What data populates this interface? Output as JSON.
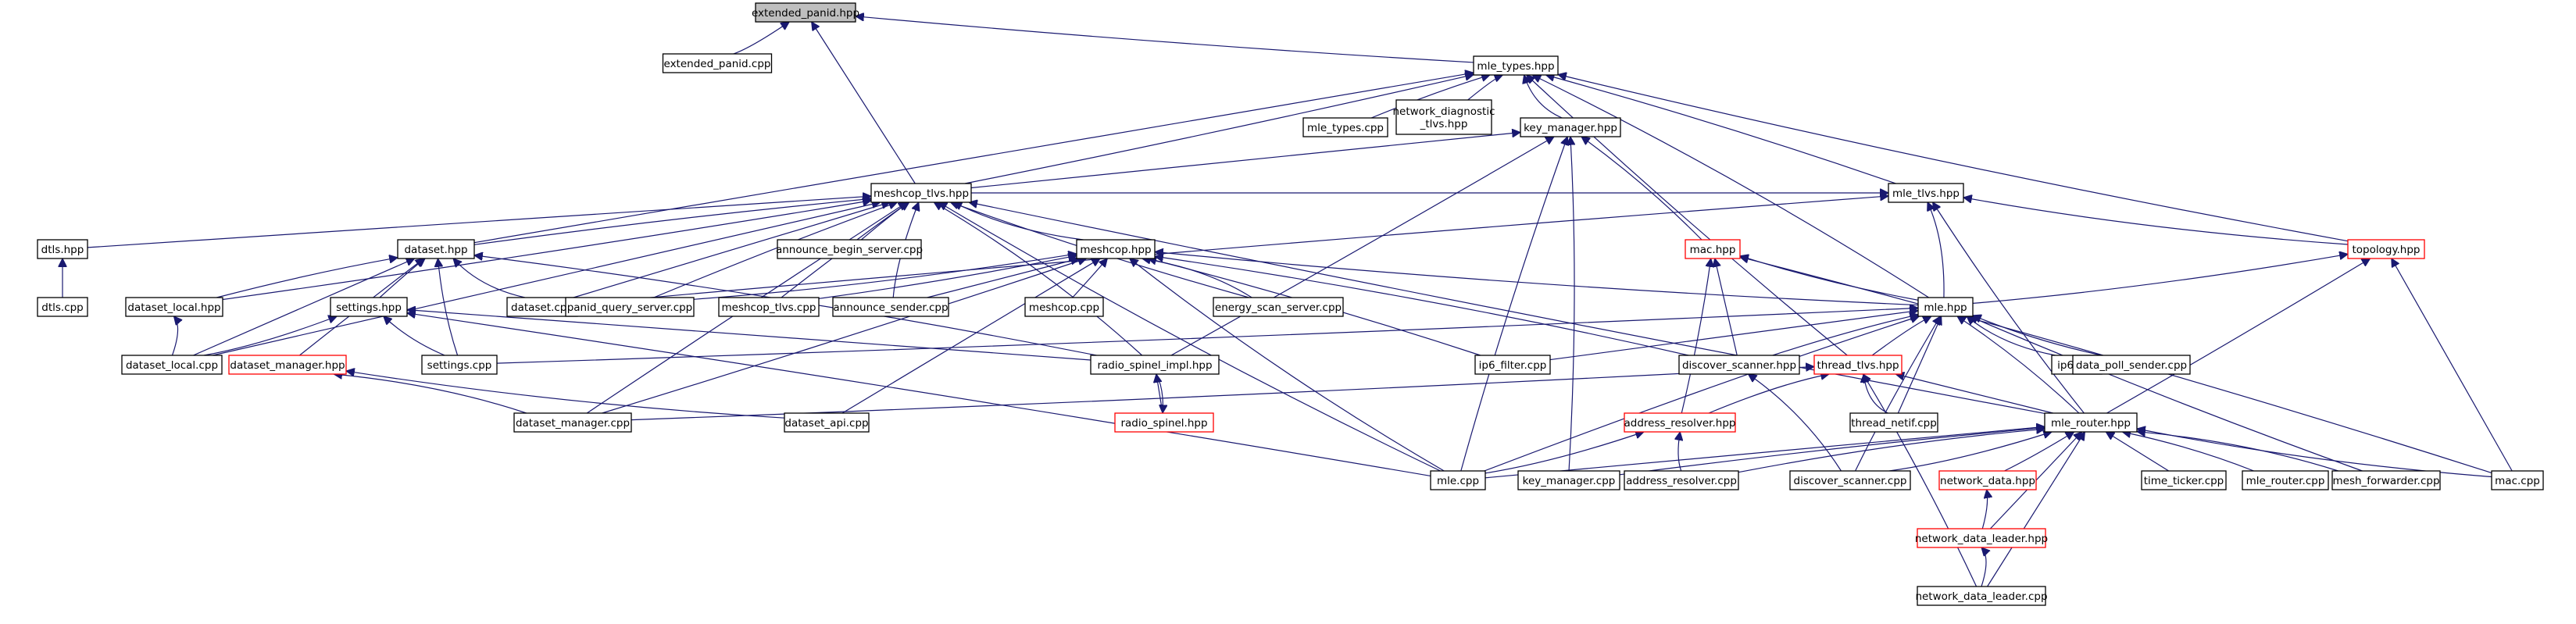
{
  "graph": {
    "colors": {
      "edge": "#191970",
      "highlight_border": "#ff0000",
      "root_fill": "#bfbfbf"
    },
    "nodes": [
      {
        "id": "extended_panid_hpp",
        "label": "extended_panid.hpp",
        "style": "root"
      },
      {
        "id": "extended_panid_cpp",
        "label": "extended_panid.cpp"
      },
      {
        "id": "mle_types_hpp",
        "label": "mle_types.hpp"
      },
      {
        "id": "mle_types_cpp",
        "label": "mle_types.cpp"
      },
      {
        "id": "network_diagnostic_tlvs_hpp",
        "label": [
          "network_diagnostic",
          "_tlvs.hpp"
        ]
      },
      {
        "id": "key_manager_hpp",
        "label": "key_manager.hpp"
      },
      {
        "id": "meshcop_tlvs_hpp",
        "label": "meshcop_tlvs.hpp"
      },
      {
        "id": "mle_tlvs_hpp",
        "label": "mle_tlvs.hpp"
      },
      {
        "id": "dtls_hpp",
        "label": "dtls.hpp"
      },
      {
        "id": "dataset_hpp",
        "label": "dataset.hpp"
      },
      {
        "id": "announce_begin_server_cpp",
        "label": "announce_begin_server.cpp"
      },
      {
        "id": "meshcop_hpp",
        "label": "meshcop.hpp"
      },
      {
        "id": "mac_hpp",
        "label": "mac.hpp",
        "style": "red"
      },
      {
        "id": "topology_hpp",
        "label": "topology.hpp",
        "style": "red"
      },
      {
        "id": "dtls_cpp",
        "label": "dtls.cpp"
      },
      {
        "id": "dataset_local_hpp",
        "label": "dataset_local.hpp"
      },
      {
        "id": "settings_hpp",
        "label": "settings.hpp"
      },
      {
        "id": "dataset_cpp",
        "label": "dataset.cpp"
      },
      {
        "id": "panid_query_server_cpp",
        "label": "panid_query_server.cpp"
      },
      {
        "id": "meshcop_tlvs_cpp",
        "label": "meshcop_tlvs.cpp"
      },
      {
        "id": "announce_sender_cpp",
        "label": "announce_sender.cpp"
      },
      {
        "id": "meshcop_cpp",
        "label": "meshcop.cpp"
      },
      {
        "id": "energy_scan_server_cpp",
        "label": "energy_scan_server.cpp"
      },
      {
        "id": "mle_hpp",
        "label": "mle.hpp"
      },
      {
        "id": "dataset_local_cpp",
        "label": "dataset_local.cpp"
      },
      {
        "id": "dataset_manager_hpp",
        "label": "dataset_manager.hpp",
        "style": "red"
      },
      {
        "id": "settings_cpp",
        "label": "settings.cpp"
      },
      {
        "id": "radio_spinel_impl_hpp",
        "label": "radio_spinel_impl.hpp"
      },
      {
        "id": "ip6_filter_cpp",
        "label": "ip6_filter.cpp"
      },
      {
        "id": "discover_scanner_hpp",
        "label": "discover_scanner.hpp"
      },
      {
        "id": "thread_tlvs_hpp",
        "label": "thread_tlvs.hpp",
        "style": "red"
      },
      {
        "id": "ip6_cpp",
        "label": "ip6.cpp"
      },
      {
        "id": "data_poll_sender_cpp",
        "label": "data_poll_sender.cpp"
      },
      {
        "id": "radio_spinel_hpp",
        "label": "radio_spinel.hpp",
        "style": "red"
      },
      {
        "id": "dataset_manager_cpp",
        "label": "dataset_manager.cpp"
      },
      {
        "id": "dataset_api_cpp",
        "label": "dataset_api.cpp"
      },
      {
        "id": "address_resolver_hpp",
        "label": "address_resolver.hpp",
        "style": "red"
      },
      {
        "id": "thread_netif_cpp",
        "label": "thread_netif.cpp"
      },
      {
        "id": "mle_router_hpp",
        "label": "mle_router.hpp"
      },
      {
        "id": "mle_cpp",
        "label": "mle.cpp"
      },
      {
        "id": "key_manager_cpp",
        "label": "key_manager.cpp"
      },
      {
        "id": "address_resolver_cpp",
        "label": "address_resolver.cpp"
      },
      {
        "id": "discover_scanner_cpp",
        "label": "discover_scanner.cpp"
      },
      {
        "id": "network_data_hpp",
        "label": "network_data.hpp",
        "style": "red"
      },
      {
        "id": "time_ticker_cpp",
        "label": "time_ticker.cpp"
      },
      {
        "id": "mle_router_cpp",
        "label": "mle_router.cpp"
      },
      {
        "id": "mesh_forwarder_cpp",
        "label": "mesh_forwarder.cpp"
      },
      {
        "id": "mac_cpp",
        "label": "mac.cpp"
      },
      {
        "id": "network_data_leader_hpp",
        "label": "network_data_leader.hpp",
        "style": "red"
      },
      {
        "id": "network_data_leader_cpp",
        "label": "network_data_leader.cpp"
      }
    ],
    "edges": [
      [
        "extended_panid_hpp",
        "extended_panid_cpp"
      ],
      [
        "extended_panid_hpp",
        "mle_types_hpp"
      ],
      [
        "extended_panid_hpp",
        "meshcop_tlvs_hpp"
      ],
      [
        "mle_types_hpp",
        "mle_types_cpp"
      ],
      [
        "mle_types_hpp",
        "network_diagnostic_tlvs_hpp"
      ],
      [
        "mle_types_hpp",
        "key_manager_hpp"
      ],
      [
        "mle_types_hpp",
        "meshcop_tlvs_hpp"
      ],
      [
        "mle_types_hpp",
        "dataset_hpp"
      ],
      [
        "mle_types_hpp",
        "mle_tlvs_hpp"
      ],
      [
        "mle_types_hpp",
        "mle_hpp"
      ],
      [
        "mle_types_hpp",
        "topology_hpp"
      ],
      [
        "mle_types_hpp",
        "thread_tlvs_hpp"
      ],
      [
        "key_manager_hpp",
        "meshcop_tlvs_hpp"
      ],
      [
        "key_manager_hpp",
        "mac_hpp"
      ],
      [
        "key_manager_hpp",
        "key_manager_cpp"
      ],
      [
        "key_manager_hpp",
        "mle_cpp"
      ],
      [
        "key_manager_hpp",
        "radio_spinel_impl_hpp"
      ],
      [
        "meshcop_tlvs_hpp",
        "dtls_hpp"
      ],
      [
        "meshcop_tlvs_hpp",
        "dataset_hpp"
      ],
      [
        "meshcop_tlvs_hpp",
        "announce_begin_server_cpp"
      ],
      [
        "meshcop_tlvs_hpp",
        "meshcop_hpp"
      ],
      [
        "meshcop_tlvs_hpp",
        "dataset_local_hpp"
      ],
      [
        "meshcop_tlvs_hpp",
        "dataset_cpp"
      ],
      [
        "meshcop_tlvs_hpp",
        "panid_query_server_cpp"
      ],
      [
        "meshcop_tlvs_hpp",
        "meshcop_tlvs_cpp"
      ],
      [
        "meshcop_tlvs_hpp",
        "announce_sender_cpp"
      ],
      [
        "meshcop_tlvs_hpp",
        "energy_scan_server_cpp"
      ],
      [
        "meshcop_tlvs_hpp",
        "dataset_local_cpp"
      ],
      [
        "meshcop_tlvs_hpp",
        "dataset_manager_cpp"
      ],
      [
        "meshcop_tlvs_hpp",
        "radio_spinel_impl_hpp"
      ],
      [
        "meshcop_tlvs_hpp",
        "mle_cpp"
      ],
      [
        "meshcop_tlvs_hpp",
        "mle_router_hpp"
      ],
      [
        "mle_tlvs_hpp",
        "meshcop_tlvs_hpp"
      ],
      [
        "mle_tlvs_hpp",
        "dataset_cpp"
      ],
      [
        "mle_tlvs_hpp",
        "mle_hpp"
      ],
      [
        "mle_tlvs_hpp",
        "topology_hpp"
      ],
      [
        "mle_tlvs_hpp",
        "mle_router_hpp"
      ],
      [
        "dtls_hpp",
        "dtls_cpp"
      ],
      [
        "dataset_hpp",
        "dataset_local_hpp"
      ],
      [
        "dataset_hpp",
        "settings_hpp"
      ],
      [
        "dataset_hpp",
        "dataset_cpp"
      ],
      [
        "dataset_hpp",
        "settings_cpp"
      ],
      [
        "dataset_hpp",
        "dataset_local_cpp"
      ],
      [
        "dataset_hpp",
        "dataset_manager_hpp"
      ],
      [
        "dataset_hpp",
        "radio_spinel_impl_hpp"
      ],
      [
        "meshcop_hpp",
        "panid_query_server_cpp"
      ],
      [
        "meshcop_hpp",
        "meshcop_tlvs_cpp"
      ],
      [
        "meshcop_hpp",
        "announce_sender_cpp"
      ],
      [
        "meshcop_hpp",
        "meshcop_cpp"
      ],
      [
        "meshcop_hpp",
        "energy_scan_server_cpp"
      ],
      [
        "meshcop_hpp",
        "mle_hpp"
      ],
      [
        "meshcop_hpp",
        "dataset_manager_cpp"
      ],
      [
        "meshcop_hpp",
        "dataset_api_cpp"
      ],
      [
        "meshcop_hpp",
        "ip6_filter_cpp"
      ],
      [
        "meshcop_hpp",
        "discover_scanner_hpp"
      ],
      [
        "meshcop_hpp",
        "mle_cpp"
      ],
      [
        "mac_hpp",
        "mle_hpp"
      ],
      [
        "mac_hpp",
        "discover_scanner_hpp"
      ],
      [
        "mac_hpp",
        "address_resolver_hpp"
      ],
      [
        "mac_hpp",
        "mac_cpp"
      ],
      [
        "topology_hpp",
        "mle_hpp"
      ],
      [
        "topology_hpp",
        "mle_router_hpp"
      ],
      [
        "topology_hpp",
        "mac_cpp"
      ],
      [
        "dtls_hpp",
        "dtls_cpp"
      ],
      [
        "dataset_local_hpp",
        "dataset_local_cpp"
      ],
      [
        "settings_hpp",
        "dataset_local_cpp"
      ],
      [
        "settings_hpp",
        "settings_cpp"
      ],
      [
        "settings_hpp",
        "radio_spinel_impl_hpp"
      ],
      [
        "settings_hpp",
        "mle_cpp"
      ],
      [
        "dataset_manager_hpp",
        "dataset_manager_cpp"
      ],
      [
        "dataset_manager_hpp",
        "dataset_api_cpp"
      ],
      [
        "mle_hpp",
        "settings_cpp"
      ],
      [
        "mle_hpp",
        "ip6_filter_cpp"
      ],
      [
        "mle_hpp",
        "discover_scanner_hpp"
      ],
      [
        "mle_hpp",
        "thread_tlvs_hpp"
      ],
      [
        "mle_hpp",
        "ip6_cpp"
      ],
      [
        "mle_hpp",
        "data_poll_sender_cpp"
      ],
      [
        "mle_hpp",
        "thread_netif_cpp"
      ],
      [
        "mle_hpp",
        "mle_router_hpp"
      ],
      [
        "mle_hpp",
        "mle_cpp"
      ],
      [
        "mle_hpp",
        "discover_scanner_cpp"
      ],
      [
        "mle_hpp",
        "mesh_forwarder_cpp"
      ],
      [
        "radio_spinel_impl_hpp",
        "radio_spinel_hpp"
      ],
      [
        "radio_spinel_hpp",
        "radio_spinel_impl_hpp"
      ],
      [
        "thread_tlvs_hpp",
        "address_resolver_hpp"
      ],
      [
        "thread_tlvs_hpp",
        "thread_netif_cpp"
      ],
      [
        "thread_tlvs_hpp",
        "dataset_manager_cpp"
      ],
      [
        "thread_tlvs_hpp",
        "mle_router_hpp"
      ],
      [
        "thread_tlvs_hpp",
        "network_data_leader_cpp"
      ],
      [
        "discover_scanner_hpp",
        "discover_scanner_cpp"
      ],
      [
        "address_resolver_hpp",
        "mle_cpp"
      ],
      [
        "address_resolver_hpp",
        "address_resolver_cpp"
      ],
      [
        "mle_router_hpp",
        "mle_cpp"
      ],
      [
        "mle_router_hpp",
        "key_manager_cpp"
      ],
      [
        "mle_router_hpp",
        "address_resolver_cpp"
      ],
      [
        "mle_router_hpp",
        "discover_scanner_cpp"
      ],
      [
        "mle_router_hpp",
        "network_data_hpp"
      ],
      [
        "mle_router_hpp",
        "time_ticker_cpp"
      ],
      [
        "mle_router_hpp",
        "mle_router_cpp"
      ],
      [
        "mle_router_hpp",
        "mesh_forwarder_cpp"
      ],
      [
        "mle_router_hpp",
        "mac_cpp"
      ],
      [
        "mle_router_hpp",
        "network_data_leader_hpp"
      ],
      [
        "mle_router_hpp",
        "network_data_leader_cpp"
      ],
      [
        "network_data_hpp",
        "network_data_leader_hpp"
      ],
      [
        "network_data_leader_hpp",
        "network_data_leader_cpp"
      ]
    ]
  }
}
